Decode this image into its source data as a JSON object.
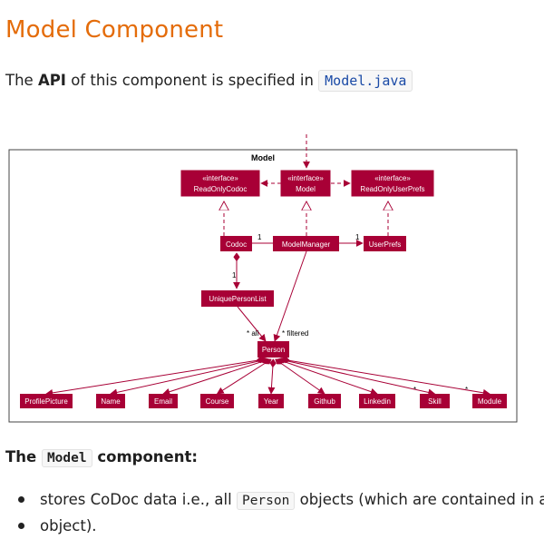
{
  "heading": "Model Component",
  "api": {
    "prefix": "The ",
    "strong": "API",
    "middle": " of this component is specified in ",
    "file": "Model.java"
  },
  "diagram": {
    "frame_label": "Model",
    "interfaces": {
      "readonly_codoc": [
        "«interface»",
        "ReadOnlyCodoc"
      ],
      "model": [
        "«interface»",
        "Model"
      ],
      "readonly_userprefs": [
        "«interface»",
        "ReadOnlyUserPrefs"
      ]
    },
    "classes": {
      "codoc": "Codoc",
      "modelmanager": "ModelManager",
      "userprefs": "UserPrefs",
      "uniquepersonlist": "UniquePersonList",
      "person": "Person"
    },
    "attributes": [
      "ProfilePicture",
      "Name",
      "Email",
      "Course",
      "Year",
      "Github",
      "Linkedin",
      "Skill",
      "Module"
    ],
    "multiplicities": {
      "codoc_left": "1",
      "userprefs_left": "1",
      "list_top": "1",
      "all": "* all",
      "filtered": "* filtered",
      "skill": "*",
      "module": "*"
    },
    "colors": {
      "fill": "#a80036",
      "stroke": "#a80036",
      "text": "#ffffff"
    }
  },
  "component": {
    "prefix": "The ",
    "code": "Model",
    "suffix": " component:"
  },
  "bullets": [
    {
      "prefix": "stores CoDoc data i.e., all ",
      "code": "Person",
      "suffix": " objects (which are contained in a"
    },
    {
      "prefix": "object).",
      "code": "",
      "suffix": ""
    }
  ]
}
